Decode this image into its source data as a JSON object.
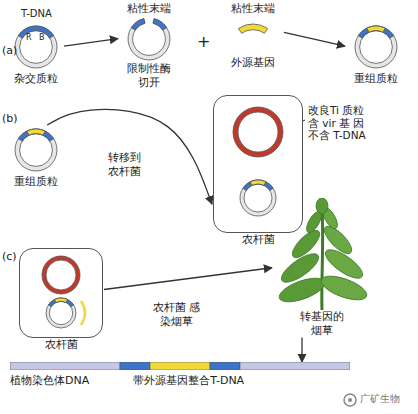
{
  "diagram": {
    "nodes": [
      {
        "text": [
          "杂交质粒"
        ]
      },
      {
        "text": [
          "粘性末端",
          "限制性酶 切开"
        ]
      },
      {
        "text": [
          "粘性末端",
          "外源基因"
        ]
      },
      {
        "text": [
          "重组质粒"
        ]
      },
      {
        "text": [
          "重组质粒"
        ]
      },
      {
        "text": [
          "农杆菌"
        ]
      },
      {
        "text": [
          "农杆菌"
        ]
      },
      {
        "text": [
          "转基因的 烟草"
        ]
      },
      {
        "text": [
          "植物染色体DNA",
          "带外源基因整合T-DNA"
        ]
      }
    ],
    "edges": [
      {
        "from": 0,
        "to": 1,
        "arrow": "to"
      },
      {
        "from": 2,
        "to": 3,
        "arrow": "to"
      },
      {
        "from": 4,
        "to": 5,
        "arrow": "to",
        "label": "转移到 农杆菌"
      },
      {
        "from": 6,
        "to": 7,
        "arrow": "to",
        "label": "农杆菌 感染烟草"
      },
      {
        "from": 7,
        "to": 8,
        "arrow": "to"
      }
    ],
    "labels": [
      "(a)",
      "T-DNA",
      "R",
      "B",
      "+",
      "(b)",
      "改良Ti 质粒含 vir 基 因不含 T-DNA",
      "(c)",
      "广矿生物"
    ]
  }
}
